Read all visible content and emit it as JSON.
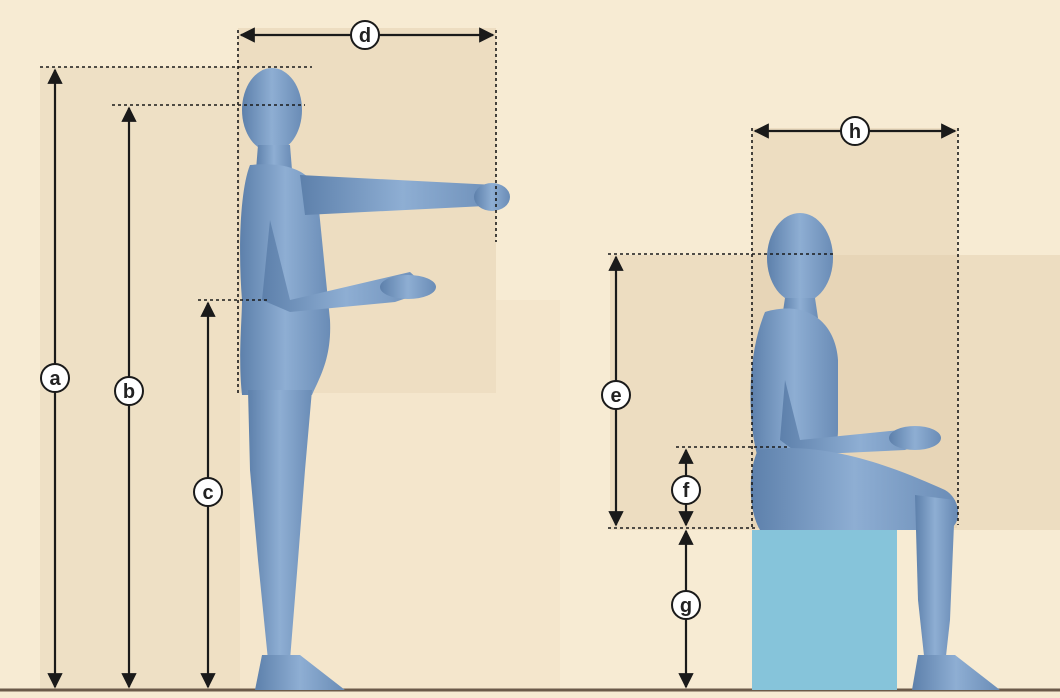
{
  "labels": {
    "a": "a",
    "b": "b",
    "c": "c",
    "d": "d",
    "e": "e",
    "f": "f",
    "g": "g",
    "h": "h"
  },
  "colors": {
    "background": "#f7ebd3",
    "figure": "#7f9fc6",
    "figure_shade": "#5a7ea9",
    "stool": "#86c4da",
    "dimension_line": "#1a1a1a",
    "floor": "#6b5a4a"
  }
}
